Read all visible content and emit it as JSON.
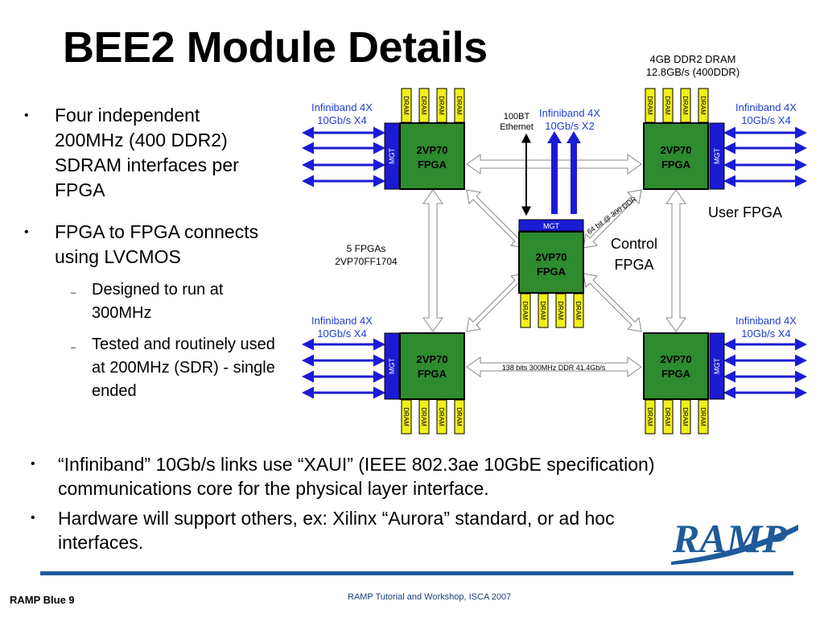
{
  "slide": {
    "title": "BEE2 Module Details",
    "left_bullets": [
      "Four independent 200MHz (400 DDR2) SDRAM interfaces per FPGA",
      "FPGA to FPGA connects using LVCMOS"
    ],
    "sub_bullets": [
      "Designed to run at 300MHz",
      "Tested and routinely used at 200MHz (SDR) - single ended"
    ],
    "lower_bullets": [
      "“Infiniband” 10Gb/s links use “XAUI” (IEEE 802.3ae 10GbE specification) communications core for the physical layer interface.",
      "Hardware will support others, ex: Xilinx “Aurora” standard, or ad hoc interfaces."
    ],
    "bullet_glyph": "•",
    "sub_glyph": "–"
  },
  "diagram": {
    "dram_header": [
      "4GB DDR2 DRAM",
      "12.8GB/s (400DDR)"
    ],
    "infiniband_x4": [
      "Infiniband 4X",
      "10Gb/s X4"
    ],
    "infiniband_x2": [
      "Infiniband 4X",
      "10Gb/s X2"
    ],
    "ethernet": [
      "100BT",
      "Ethernet"
    ],
    "fpga_label": [
      "2VP70",
      "FPGA"
    ],
    "mgt": "MGT",
    "dram": "DRAM",
    "fpga_count": [
      "5 FPGAs",
      "2VP70FF1704"
    ],
    "user_fpga": "User FPGA",
    "control_fpga": [
      "Control",
      "FPGA"
    ],
    "bus_64": "64 bit @ 300 DDR",
    "bus_138": "138 bits 300MHz DDR  41.4Gb/s"
  },
  "footer": {
    "left": "RAMP Blue 9",
    "center": "RAMP Tutorial and Workshop, ISCA 2007",
    "logo": "RAMP"
  },
  "colors": {
    "fpga_green": "#2e8b2e",
    "mgt_blue": "#1b1bd6",
    "dram_yellow": "#f2ee1a",
    "link_blue": "#1b1bd6",
    "label_blue": "#1f3fd0",
    "footer_rule": "#1f5a99",
    "logo_blue": "#1f5a99"
  }
}
